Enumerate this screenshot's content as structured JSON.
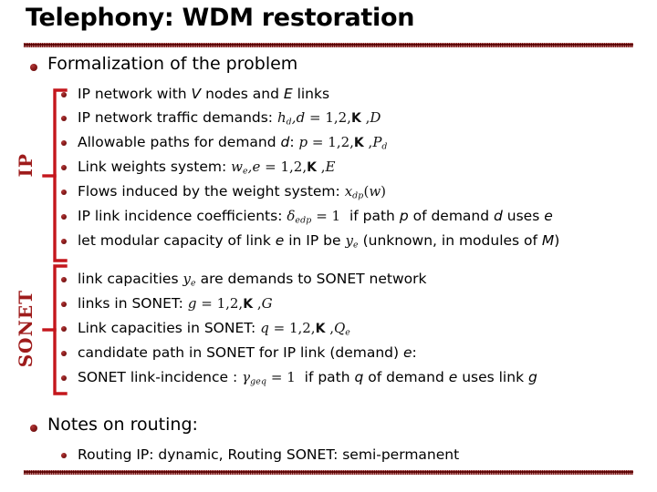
{
  "slide": {
    "title": "Telephony: WDM restoration",
    "accent_color": "#8B1A1A",
    "label_color": "#9E1B1B",
    "background": "#FFFFFF"
  },
  "sections": {
    "formalization_heading": "Formalization of the problem",
    "notes_heading": "Notes on routing:"
  },
  "group_labels": {
    "ip": "IP",
    "sonet": "SONET"
  },
  "ip_items": [
    {
      "text_before": "IP network with ",
      "em1": "V",
      "text_mid": " nodes and ",
      "em2": "E",
      "text_after": " links",
      "math": ""
    },
    {
      "text_before": "IP network traffic demands: ",
      "math": "h_d, d = 1,2,K , D"
    },
    {
      "text_before": "Allowable paths for demand ",
      "em1": "d",
      "text_after": ": ",
      "math": "p = 1,2,K , P_d"
    },
    {
      "text_before": "Link weights system: ",
      "math": "w_e, e = 1,2,K , E"
    },
    {
      "text_before": "Flows induced by the weight system: ",
      "math": "x_dp (w)"
    },
    {
      "text_before": "IP link incidence coefficients: ",
      "math": "δ_edp = 1",
      "text_after": "  if path p of demand d uses e"
    },
    {
      "text_before": "let modular capacity of link e in IP be ",
      "math": "y_e",
      "text_after": " (unknown, in modules of M)"
    }
  ],
  "sonet_items": [
    {
      "text_before": "link capacities  ",
      "math": "y_e",
      "text_after": " are demands to SONET network"
    },
    {
      "text_before": "links in SONET: ",
      "math": "g = 1,2,K , G"
    },
    {
      "text_before": "Link capacities in SONET: ",
      "math": "q = 1,2,K , Q_e"
    },
    {
      "text_before": "candidate path in SONET for IP link (demand) ",
      "em1": "e",
      "text_after": ":",
      "math": ""
    },
    {
      "text_before": "SONET link-incidence : ",
      "math": "γ_geq = 1",
      "text_after": "  if path q of demand e uses link g"
    }
  ],
  "notes_items": [
    {
      "text": "Routing IP: dynamic, Routing SONET: semi-permanent"
    }
  ]
}
